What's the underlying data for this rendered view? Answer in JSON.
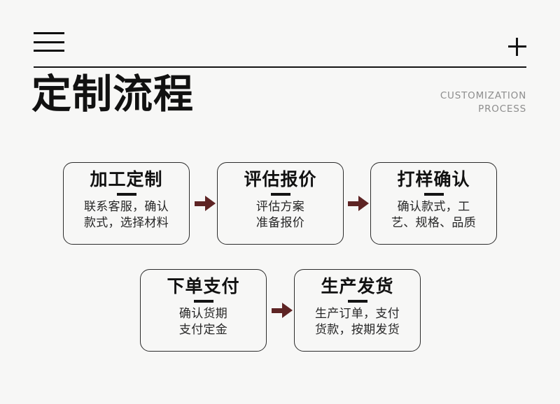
{
  "header": {
    "menu_icon": "hamburger-icon",
    "plus_icon": "plus-icon",
    "title": "定制流程",
    "english_line1": "CUSTOMIZATION",
    "english_line2": "PROCESS"
  },
  "theme": {
    "background": "#f7f7f6",
    "text": "#111111",
    "muted_text": "#8d8d8d",
    "border": "#2b2b2b",
    "arrow": "#5e2424"
  },
  "flow": {
    "arrow_icon": "arrow-right-icon",
    "rows": [
      {
        "steps": [
          {
            "title": "加工定制",
            "desc": "联系客服，确认\n款式，选择材料"
          },
          {
            "title": "评估报价",
            "desc": "评估方案\n准备报价"
          },
          {
            "title": "打样确认",
            "desc": "确认款式，工\n艺、规格、品质"
          }
        ]
      },
      {
        "steps": [
          {
            "title": "下单支付",
            "desc": "确认货期\n支付定金"
          },
          {
            "title": "生产发货",
            "desc": "生产订单，支付\n货款，按期发货"
          }
        ]
      }
    ]
  }
}
